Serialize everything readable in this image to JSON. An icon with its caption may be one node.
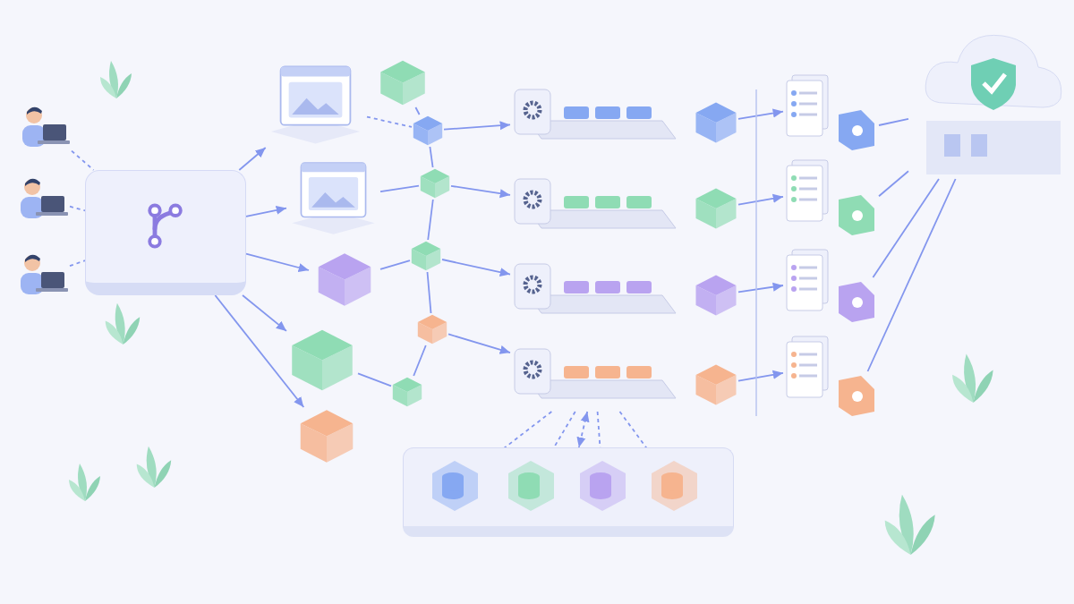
{
  "diagram": {
    "nodes": [
      {
        "text": [],
        "shape": "person"
      },
      {
        "text": [],
        "shape": "person"
      },
      {
        "text": [],
        "shape": "person"
      },
      {
        "text": [],
        "shape": "box"
      },
      {
        "text": [],
        "shape": "picture"
      },
      {
        "text": [],
        "shape": "picture"
      },
      {
        "text": [],
        "shape": "box"
      },
      {
        "text": [],
        "shape": "box"
      },
      {
        "text": [],
        "shape": "box"
      },
      {
        "text": [],
        "shape": "box"
      },
      {
        "text": [],
        "shape": "box"
      },
      {
        "text": [],
        "shape": "box"
      },
      {
        "text": [],
        "shape": "box"
      },
      {
        "text": [],
        "shape": "box"
      },
      {
        "text": [],
        "shape": "box"
      },
      {
        "text": [],
        "shape": "picture"
      },
      {
        "text": [],
        "shape": "picture"
      },
      {
        "text": [],
        "shape": "picture"
      },
      {
        "text": [],
        "shape": "picture"
      },
      {
        "text": [],
        "shape": "box"
      },
      {
        "text": [],
        "shape": "box"
      },
      {
        "text": [],
        "shape": "box"
      },
      {
        "text": [],
        "shape": "box"
      },
      {
        "text": [],
        "shape": "document"
      },
      {
        "text": [],
        "shape": "document"
      },
      {
        "text": [],
        "shape": "document"
      },
      {
        "text": [],
        "shape": "document"
      },
      {
        "text": [],
        "shape": "picture"
      },
      {
        "text": [],
        "shape": "picture"
      },
      {
        "text": [],
        "shape": "picture"
      },
      {
        "text": [],
        "shape": "picture"
      },
      {
        "text": [],
        "shape": "cloud"
      },
      {
        "text": [],
        "shape": "box"
      },
      {
        "text": [],
        "shape": "cylinder",
        "in": 32
      },
      {
        "text": [],
        "shape": "cylinder",
        "in": 32
      },
      {
        "text": [],
        "shape": "cylinder",
        "in": 32
      },
      {
        "text": [],
        "shape": "cylinder",
        "in": 32
      }
    ],
    "edges": [
      {
        "from": 0,
        "to": 3,
        "arrow": "none",
        "style": "dashed"
      },
      {
        "from": 1,
        "to": 3,
        "arrow": "none",
        "style": "dashed"
      },
      {
        "from": 2,
        "to": 3,
        "arrow": "none",
        "style": "dashed"
      },
      {
        "from": 3,
        "to": 4,
        "arrow": "to"
      },
      {
        "from": 3,
        "to": 5,
        "arrow": "to"
      },
      {
        "from": 3,
        "to": 6,
        "arrow": "to"
      },
      {
        "from": 3,
        "to": 7,
        "arrow": "to"
      },
      {
        "from": 3,
        "to": 8,
        "arrow": "to"
      },
      {
        "from": 4,
        "to": 10,
        "arrow": "none",
        "style": "dashed"
      },
      {
        "from": 9,
        "to": 10,
        "arrow": "none"
      },
      {
        "from": 10,
        "to": 11,
        "arrow": "none"
      },
      {
        "from": 5,
        "to": 11,
        "arrow": "none"
      },
      {
        "from": 11,
        "to": 12,
        "arrow": "none"
      },
      {
        "from": 6,
        "to": 12,
        "arrow": "none"
      },
      {
        "from": 12,
        "to": 13,
        "arrow": "none"
      },
      {
        "from": 13,
        "to": 14,
        "arrow": "none"
      },
      {
        "from": 7,
        "to": 14,
        "arrow": "none"
      },
      {
        "from": 10,
        "to": 15,
        "arrow": "to"
      },
      {
        "from": 11,
        "to": 16,
        "arrow": "to"
      },
      {
        "from": 12,
        "to": 17,
        "arrow": "to"
      },
      {
        "from": 13,
        "to": 18,
        "arrow": "to"
      },
      {
        "from": 19,
        "to": 23,
        "arrow": "to"
      },
      {
        "from": 20,
        "to": 24,
        "arrow": "to"
      },
      {
        "from": 21,
        "to": 25,
        "arrow": "to"
      },
      {
        "from": 22,
        "to": 26,
        "arrow": "to"
      },
      {
        "from": 27,
        "to": 31,
        "arrow": "none"
      },
      {
        "from": 28,
        "to": 31,
        "arrow": "none"
      },
      {
        "from": 29,
        "to": 31,
        "arrow": "none"
      },
      {
        "from": 30,
        "to": 31,
        "arrow": "none"
      },
      {
        "from": 18,
        "to": 32,
        "arrow": "both",
        "style": "dashed"
      },
      {
        "from": 18,
        "to": 33,
        "arrow": "to",
        "style": "dashed"
      },
      {
        "from": 18,
        "to": 34,
        "arrow": "to",
        "style": "dashed"
      },
      {
        "from": 18,
        "to": 35,
        "arrow": "to",
        "style": "dashed"
      },
      {
        "from": 18,
        "to": 36,
        "arrow": "to",
        "style": "dashed"
      }
    ]
  }
}
